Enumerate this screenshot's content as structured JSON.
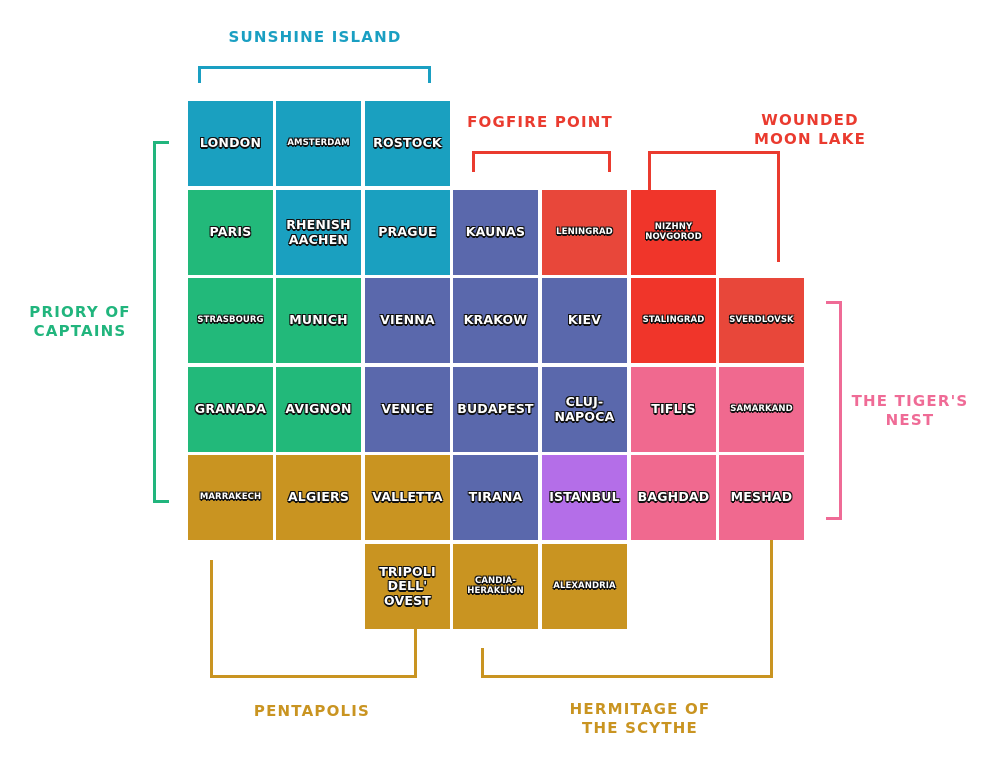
{
  "colors": {
    "sunshine": "#1aa0c0",
    "priory": "#22b97a",
    "hermitage_blue": "#5a68ac",
    "fogfire": "#e8473a",
    "wounded_moon": "#f0352a",
    "tiger": "#f0698f",
    "pentapolis": "#c99421",
    "istanbul": "#b46ee8",
    "sunshine_label": "#1a9fc2",
    "priory_label": "#21b57d",
    "fogfire_label": "#ea3b2f",
    "wounded_label": "#ea3b2f",
    "tiger_label": "#ef6b96",
    "pentapolis_label": "#c99421",
    "hermitage_label": "#c99421"
  },
  "regions": {
    "sunshine": "SUNSHINE ISLAND",
    "fogfire": "FOGFIRE POINT",
    "wounded_moon": "WOUNDED MOON LAKE",
    "priory": "PRIORY OF CAPTAINS",
    "tiger": "THE TIGER'S NEST",
    "pentapolis": "PENTAPOLIS",
    "hermitage": "HERMITAGE OF THE SCYTHE"
  },
  "cities": [
    {
      "name": "LONDON",
      "color": "#1aa0c0",
      "row": 0,
      "col": 0,
      "size": "l"
    },
    {
      "name": "AMSTERDAM",
      "color": "#1aa0c0",
      "row": 0,
      "col": 1,
      "size": "s"
    },
    {
      "name": "ROSTOCK",
      "color": "#1aa0c0",
      "row": 0,
      "col": 2,
      "size": "l"
    },
    {
      "name": "PARIS",
      "color": "#22b97a",
      "row": 1,
      "col": 0,
      "size": "l"
    },
    {
      "name": "RHENISH AACHEN",
      "color": "#1aa0c0",
      "row": 1,
      "col": 1,
      "size": "l"
    },
    {
      "name": "PRAGUE",
      "color": "#1aa0c0",
      "row": 1,
      "col": 2,
      "size": "l"
    },
    {
      "name": "KAUNAS",
      "color": "#5a68ac",
      "row": 1,
      "col": 3,
      "size": "l"
    },
    {
      "name": "LENINGRAD",
      "color": "#e8473a",
      "row": 1,
      "col": 4,
      "size": "s"
    },
    {
      "name": "NIZHNY NOVGOROD",
      "color": "#f0352a",
      "row": 1,
      "col": 5,
      "size": "s"
    },
    {
      "name": "STRASBOURG",
      "color": "#22b97a",
      "row": 2,
      "col": 0,
      "size": "s"
    },
    {
      "name": "MUNICH",
      "color": "#22b97a",
      "row": 2,
      "col": 1,
      "size": "l"
    },
    {
      "name": "VIENNA",
      "color": "#5a68ac",
      "row": 2,
      "col": 2,
      "size": "l"
    },
    {
      "name": "KRAKOW",
      "color": "#5a68ac",
      "row": 2,
      "col": 3,
      "size": "l"
    },
    {
      "name": "KIEV",
      "color": "#5a68ac",
      "row": 2,
      "col": 4,
      "size": "l"
    },
    {
      "name": "STALINGRAD",
      "color": "#f0352a",
      "row": 2,
      "col": 5,
      "size": "s"
    },
    {
      "name": "SVERDLOVSK",
      "color": "#e8473a",
      "row": 2,
      "col": 6,
      "size": "s"
    },
    {
      "name": "GRANADA",
      "color": "#22b97a",
      "row": 3,
      "col": 0,
      "size": "l"
    },
    {
      "name": "AVIGNON",
      "color": "#22b97a",
      "row": 3,
      "col": 1,
      "size": "l"
    },
    {
      "name": "VENICE",
      "color": "#5a68ac",
      "row": 3,
      "col": 2,
      "size": "l"
    },
    {
      "name": "BUDAPEST",
      "color": "#5a68ac",
      "row": 3,
      "col": 3,
      "size": "l"
    },
    {
      "name": "CLUJ-NAPOCA",
      "color": "#5a68ac",
      "row": 3,
      "col": 4,
      "size": "l"
    },
    {
      "name": "TIFLIS",
      "color": "#f0698f",
      "row": 3,
      "col": 5,
      "size": "l"
    },
    {
      "name": "SAMARKAND",
      "color": "#f0698f",
      "row": 3,
      "col": 6,
      "size": "s"
    },
    {
      "name": "MARRAKECH",
      "color": "#c99421",
      "row": 4,
      "col": 0,
      "size": "s"
    },
    {
      "name": "ALGIERS",
      "color": "#c99421",
      "row": 4,
      "col": 1,
      "size": "l"
    },
    {
      "name": "VALLETTA",
      "color": "#c99421",
      "row": 4,
      "col": 2,
      "size": "l"
    },
    {
      "name": "TIRANA",
      "color": "#5a68ac",
      "row": 4,
      "col": 3,
      "size": "l"
    },
    {
      "name": "ISTANBUL",
      "color": "#b46ee8",
      "row": 4,
      "col": 4,
      "size": "l"
    },
    {
      "name": "BAGHDAD",
      "color": "#f0698f",
      "row": 4,
      "col": 5,
      "size": "l"
    },
    {
      "name": "MESHAD",
      "color": "#f0698f",
      "row": 4,
      "col": 6,
      "size": "l"
    },
    {
      "name": "TRIPOLI DELL' OVEST",
      "color": "#c99421",
      "row": 5,
      "col": 2,
      "size": "l"
    },
    {
      "name": "CANDIA-HERAKLION",
      "color": "#c99421",
      "row": 5,
      "col": 3,
      "size": "s"
    },
    {
      "name": "ALEXANDRIA",
      "color": "#c99421",
      "row": 5,
      "col": 4,
      "size": "s"
    }
  ]
}
